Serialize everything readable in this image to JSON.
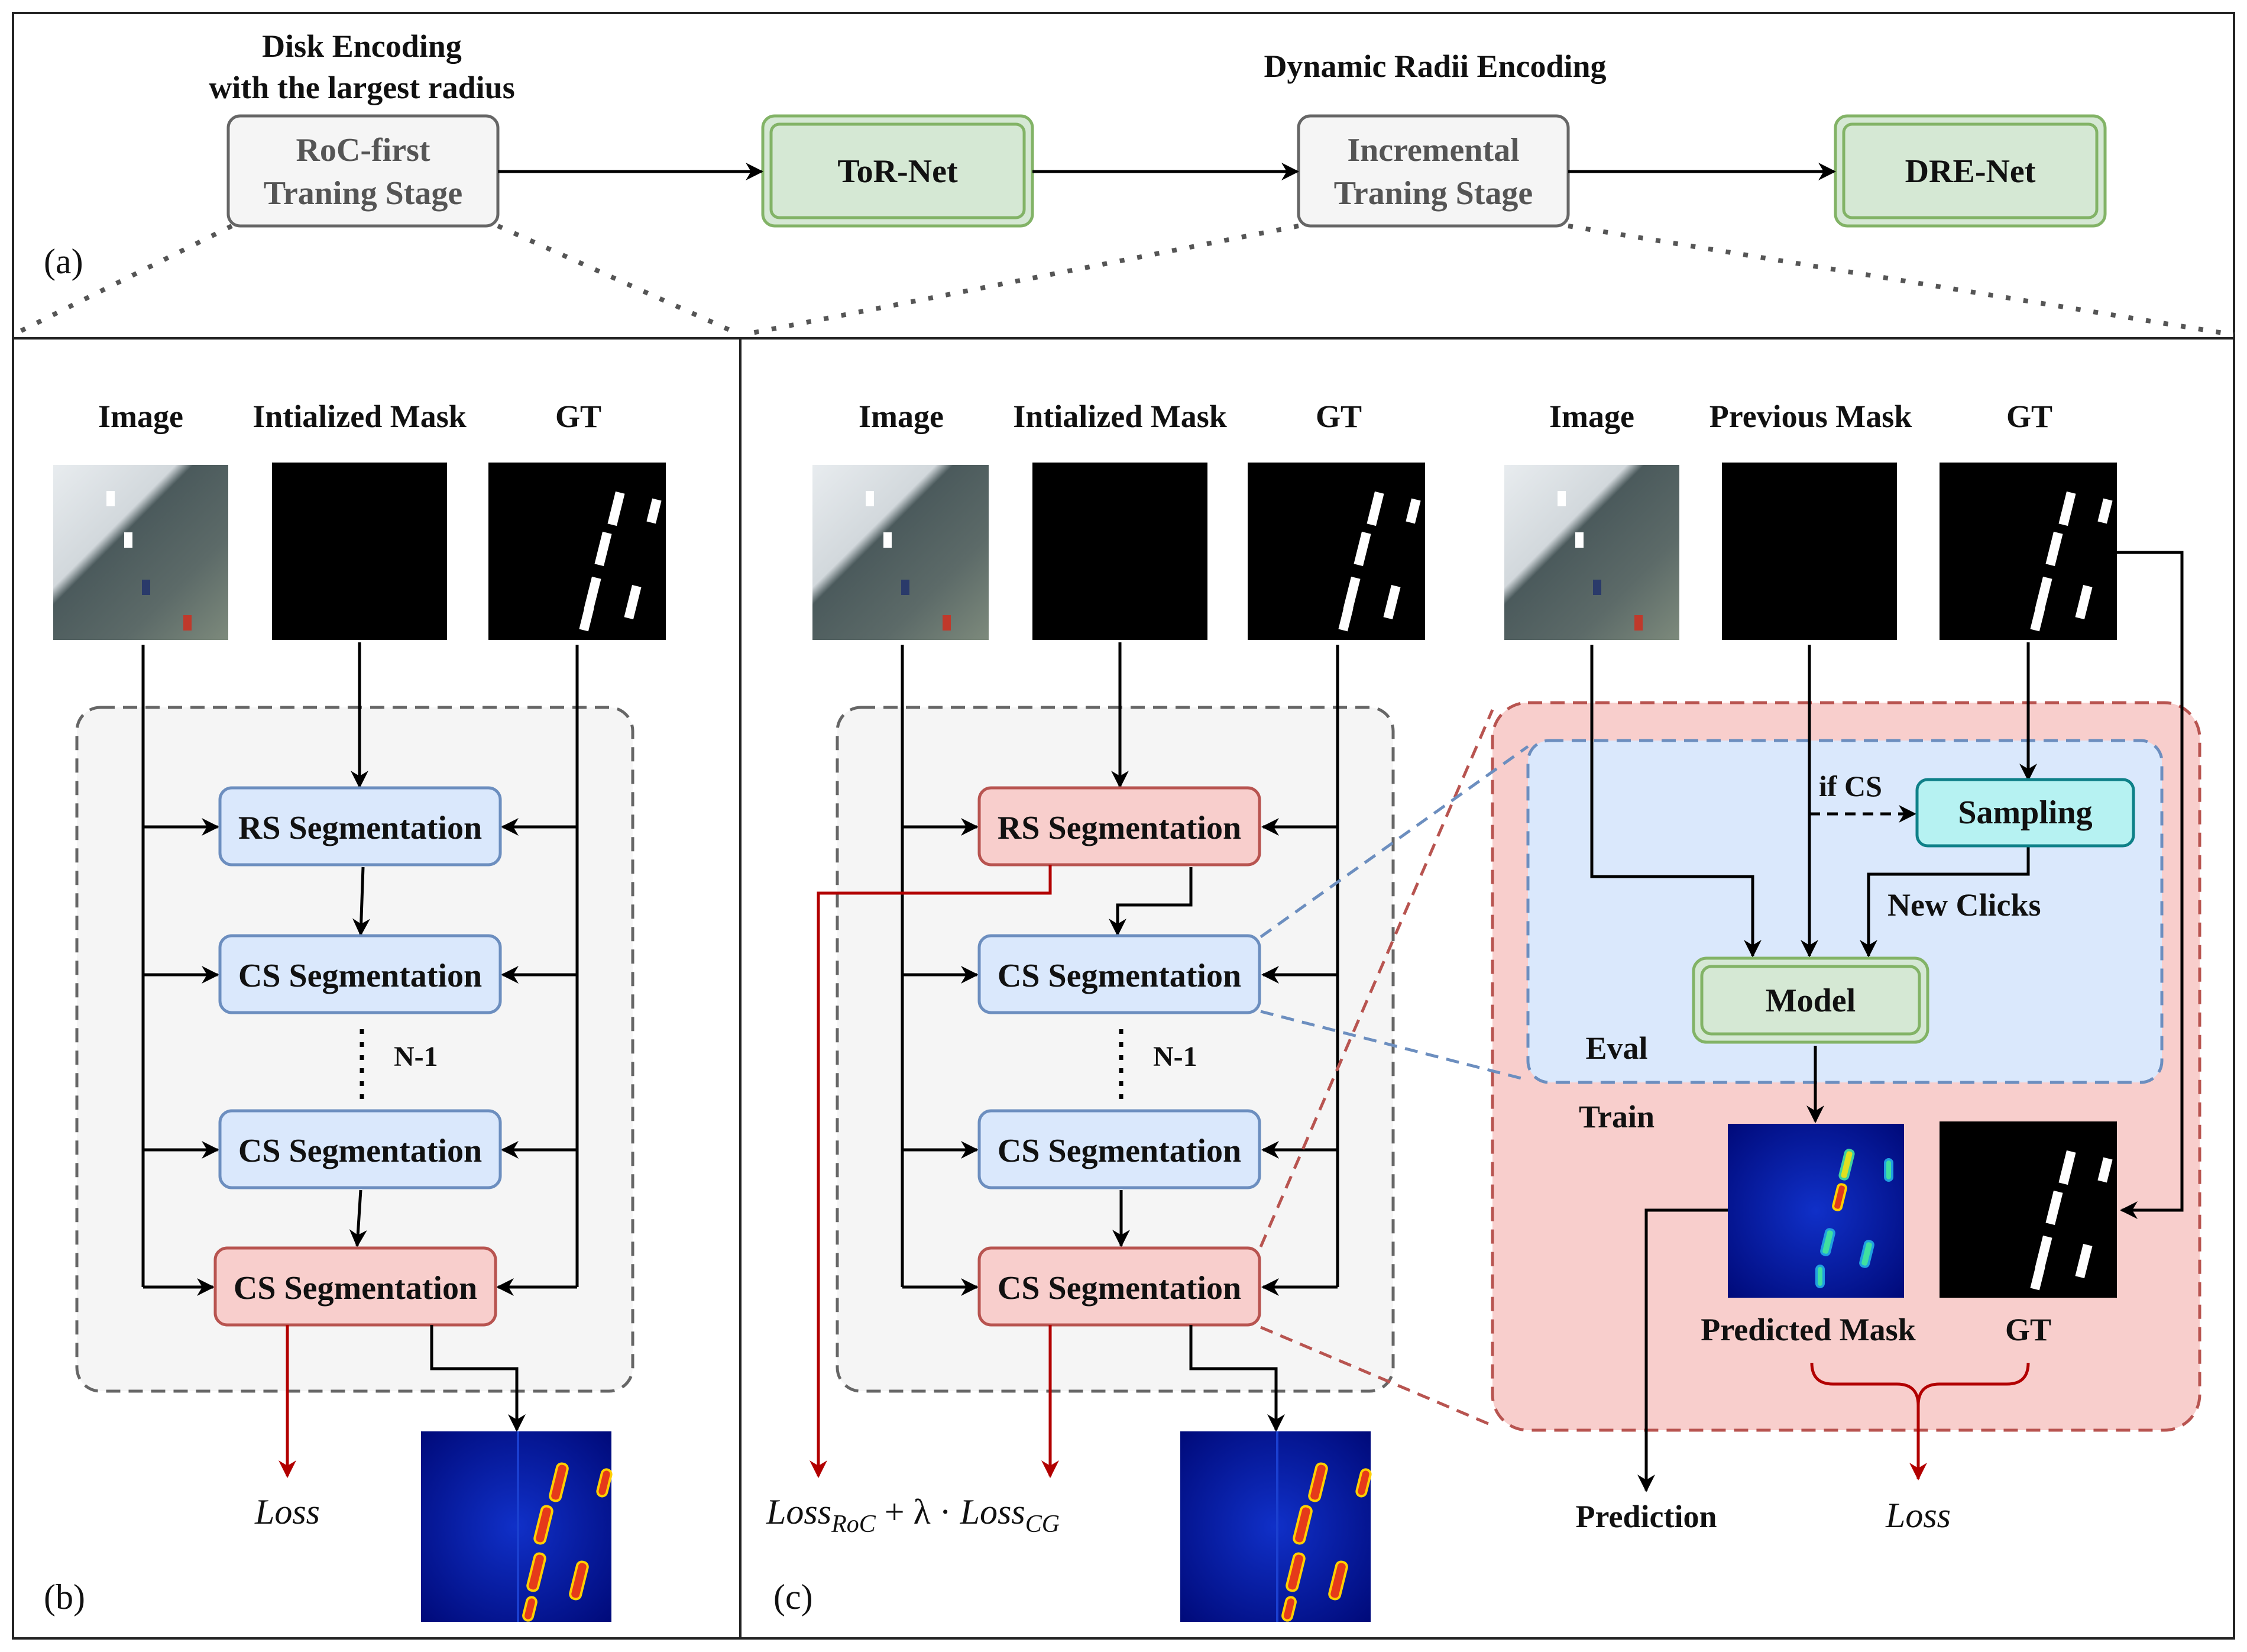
{
  "panel_labels": {
    "a": "(a)",
    "b": "(b)",
    "c": "(c)"
  },
  "top": {
    "disk_title_line1": "Disk Encoding",
    "disk_title_line2": "with the largest radius",
    "dynamic_title": "Dynamic Radii Encoding",
    "stage1_line1": "RoC-first",
    "stage1_line2": "Traning Stage",
    "tor_net": "ToR-Net",
    "stage2_line1": "Incremental",
    "stage2_line2": "Traning Stage",
    "dre_net": "DRE-Net"
  },
  "panel_b": {
    "image_label": "Image",
    "mask_label": "Intialized Mask",
    "gt_label": "GT",
    "rs_seg": "RS Segmentation",
    "cs_seg1": "CS Segmentation",
    "n1": "N-1",
    "cs_seg2": "CS Segmentation",
    "cs_seg3": "CS Segmentation",
    "loss": "Loss"
  },
  "panel_c": {
    "image_label": "Image",
    "mask_label": "Intialized Mask",
    "gt_label": "GT",
    "rs_seg": "RS Segmentation",
    "cs_seg1": "CS Segmentation",
    "n1": "N-1",
    "cs_seg2": "CS Segmentation",
    "cs_seg3": "CS Segmentation",
    "loss_main": "Loss",
    "loss_sub1": "RoC",
    "loss_mid": " + λ · ",
    "loss_main2": "Loss",
    "loss_sub2": "CG"
  },
  "detail": {
    "image_label": "Image",
    "prev_mask_label": "Previous Mask",
    "gt_label": "GT",
    "if_cs": "if  CS",
    "sampling": "Sampling",
    "new_clicks": "New Clicks",
    "model": "Model",
    "eval": "Eval",
    "train": "Train",
    "predicted_mask": "Predicted Mask",
    "gt2": "GT",
    "prediction": "Prediction",
    "loss": "Loss"
  },
  "colors": {
    "blue_fill": "#dae8fc",
    "blue_stroke": "#6c8ebf",
    "red_fill": "#f8cecc",
    "red_stroke": "#b85450",
    "green_fill": "#d5e8d4",
    "green_stroke": "#82b366",
    "cyan_fill": "#b6f2f2",
    "cyan_stroke": "#0e8088",
    "gray_fill": "#f5f5f5",
    "gray_stroke": "#666666",
    "arrow_red": "#b20000"
  }
}
